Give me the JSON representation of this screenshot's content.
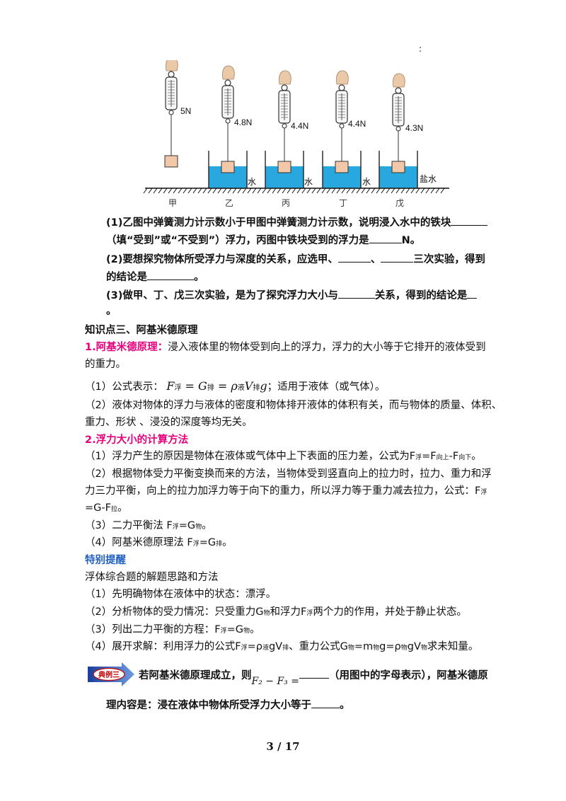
{
  "header_mark": ":",
  "figure": {
    "readings": [
      "5N",
      "4.8N",
      "4.4N",
      "4.4N",
      "4.3N"
    ],
    "labels": [
      "甲",
      "乙",
      "丙",
      "丁",
      "戊"
    ],
    "liquids": [
      "水",
      "水",
      "水",
      "盐水"
    ]
  },
  "q1": {
    "a": "(1)乙图中弹簧测力计示数小于甲图中弹簧测力计示数，说明浸入水中的铁块",
    "b1": "（填“受到”或“不受到”）浮力，丙图中铁块受到的浮力是",
    "b2": "N。"
  },
  "q2": {
    "a1": "(2)要想探究物体所受浮力与深度的关系，应选甲、",
    "a2": "、",
    "a3": "三次实验，得到",
    "b1": "的结论是",
    "b2": "。"
  },
  "q3": {
    "a1": "(3)做甲、丁、戊三次实验，是为了探究浮力大小与",
    "a2": "关系，得到的结论是",
    "b": "。"
  },
  "section3_title": "知识点三、阿基米德原理",
  "p1": {
    "heading": "1.阿基米德原理：",
    "text1": "浸入液体里的物体受到向上的浮力，浮力的大小等于它排开的液体受到",
    "text2": "的重力。"
  },
  "formula_line": {
    "prefix": "（1）公式表示：",
    "F": "F",
    "Fs": "浮",
    "eq1": " = G",
    "Gs": "排",
    "eq2": " = ρ",
    "rs": "液",
    "V": "V",
    "Vs": "排",
    "g": "g",
    "suffix": "；适用于液体（或气体）。"
  },
  "p2": {
    "l1": "（2）液体对物体的浮力与液体的密度和物体排开液体的体积有关，而与物体的质量、体积、",
    "l2": "重力、形状 、浸没的深度等均无关。"
  },
  "calc": {
    "heading": "2.浮力大小的计算方法",
    "l1a": "（1）浮力产生的原因是物体在液体或气体中上下表面的压力差，公式为F",
    "l1s1": "浮",
    "l1b": "=F",
    "l1s2": "向上",
    "l1c": "-F",
    "l1s3": "向下",
    "l1d": "。",
    "l2": "（2）根据物体受力平衡变换而来的方法，当物体受到竖直向上的拉力时，拉力、重力和浮",
    "l3a": "力三力平衡，向上的拉力加浮力等于向下的重力，所以浮力等于重力减去拉力，公式：F",
    "l3s": "浮",
    "l4a": "=G-F",
    "l4s": "拉",
    "l4b": "。",
    "l5a": "（3）二力平衡法 F",
    "l5s1": "浮",
    "l5b": "=G",
    "l5s2": "物",
    "l5c": "。",
    "l6a": "（4）阿基米德原理法 F",
    "l6s1": "浮",
    "l6b": "=G",
    "l6s2": "排",
    "l6c": "。"
  },
  "special": {
    "heading": "特别提醒",
    "intro": "浮体综合题的解题思路和方法",
    "s1": "（1）先明确物体在液体中的状态：漂浮。",
    "s2a": "（2）分析物体的受力情况：只受重力G",
    "s2s1": "物",
    "s2b": "和浮力F",
    "s2s2": "浮",
    "s2c": "两个力的作用，并处于静止状态。",
    "s3a": "（3）列出二力平衡的方程：F",
    "s3s1": "浮",
    "s3b": "=G",
    "s3s2": "物",
    "s3c": "。",
    "s4a": "（4）展开求解：利用浮力的公式F",
    "s4s1": "浮",
    "s4b": "=ρ",
    "s4s2": "液",
    "s4c": "gV",
    "s4s3": "排",
    "s4d": "、重力公式G",
    "s4s4": "物",
    "s4e": "=m",
    "s4s5": "物",
    "s4f": "g=ρ",
    "s4s6": "物",
    "s4g": "gV",
    "s4s7": "物",
    "s4h": "求未知量。"
  },
  "example": {
    "badge": "典例三",
    "t1": "若阿基米德原理成立，则",
    "formula": "F₂ − F₃ =",
    "t2": "（用图中的字母表示），阿基米德原",
    "t3": "理内容是：浸在液体中物体所受浮力大小等于",
    "t4": "。"
  },
  "footer": {
    "page": "3 / 17"
  },
  "colors": {
    "pink": "#e6007e",
    "blue": "#1f5fbf",
    "water": "#29a8e0",
    "block": "#f2c8a8"
  }
}
